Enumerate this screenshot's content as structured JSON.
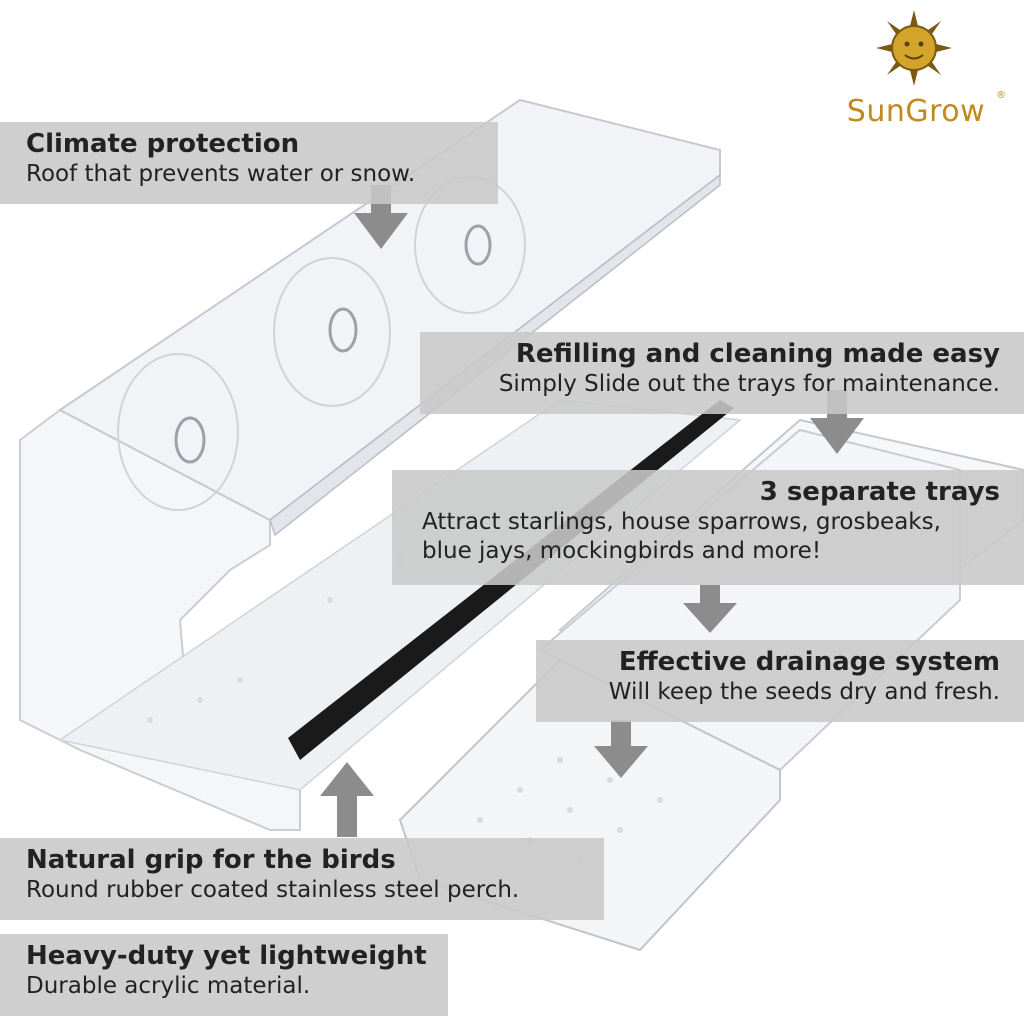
{
  "brand": {
    "name": "SunGrow",
    "registered": "®"
  },
  "callouts": {
    "climate": {
      "title": "Climate protection",
      "desc": "Roof that prevents water or snow."
    },
    "refill": {
      "title": "Refilling and cleaning made easy",
      "desc": "Simply Slide out the trays for maintenance."
    },
    "trays": {
      "title": "3 separate trays",
      "desc1": "Attract starlings, house sparrows, grosbeaks,",
      "desc2": "blue jays, mockingbirds and more!"
    },
    "drainage": {
      "title": "Effective drainage system",
      "desc": "Will keep the seeds dry and fresh."
    },
    "grip": {
      "title": "Natural grip for the birds",
      "desc": "Round rubber coated stainless steel perch."
    },
    "durable": {
      "title": "Heavy-duty yet lightweight",
      "desc": "Durable acrylic material."
    }
  },
  "colors": {
    "panel": "#c8c8c8",
    "text": "#222222",
    "arrow": "#8c8c8c",
    "brand": "#c08a1e",
    "perch": "#1a1a1a"
  }
}
